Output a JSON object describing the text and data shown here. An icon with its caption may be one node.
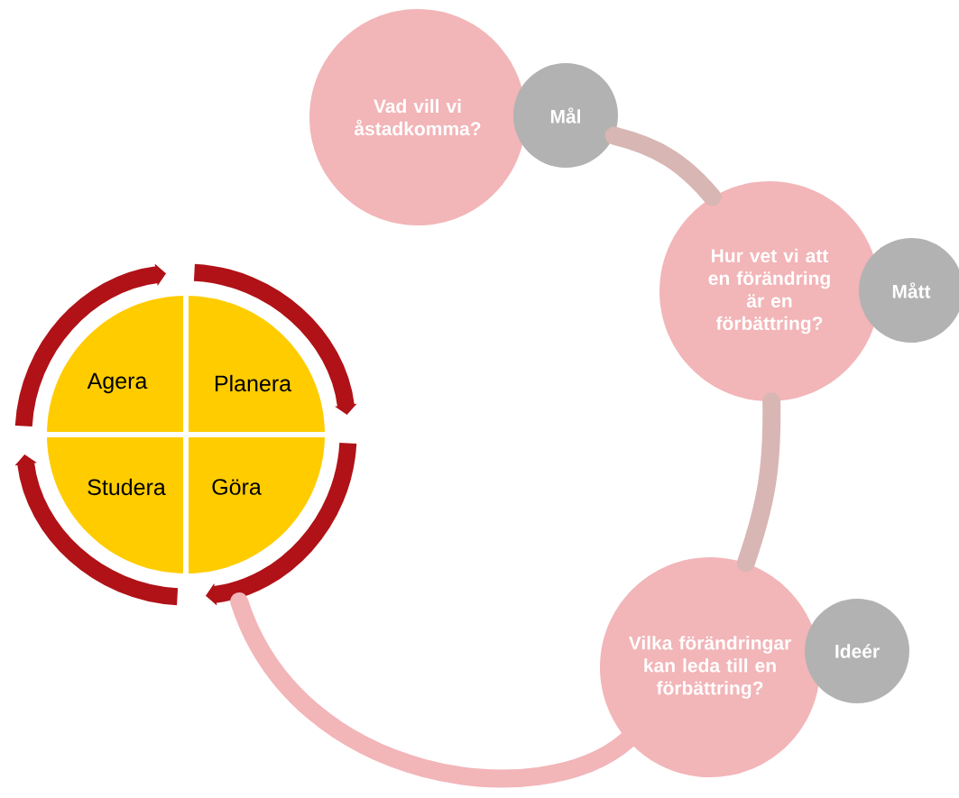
{
  "diagram": {
    "nodes": [
      {
        "text": [
          "Vad vill vi åstadkomma?"
        ]
      },
      {
        "text": [
          "Mål"
        ]
      },
      {
        "text": [
          "Hur vet vi att en förändring är en förbättring?"
        ]
      },
      {
        "text": [
          "Mått"
        ]
      },
      {
        "text": [
          "Vilka förändringar kan leda till en förbättring?"
        ]
      },
      {
        "text": [
          "Ideér"
        ]
      },
      {
        "text": [],
        "shape": "circle"
      },
      {
        "text": [
          "Agera"
        ],
        "in": 6
      },
      {
        "text": [
          "Planera"
        ],
        "in": 6
      },
      {
        "text": [
          "Studera"
        ],
        "in": 6
      },
      {
        "text": [
          "Göra"
        ],
        "in": 6
      }
    ],
    "edges": [
      {
        "from": 1,
        "to": 2,
        "arrow": "none"
      },
      {
        "from": 2,
        "to": 4,
        "arrow": "none"
      },
      {
        "from": 4,
        "to": 6,
        "arrow": "none",
        "color": "#f2b5b8"
      }
    ]
  }
}
